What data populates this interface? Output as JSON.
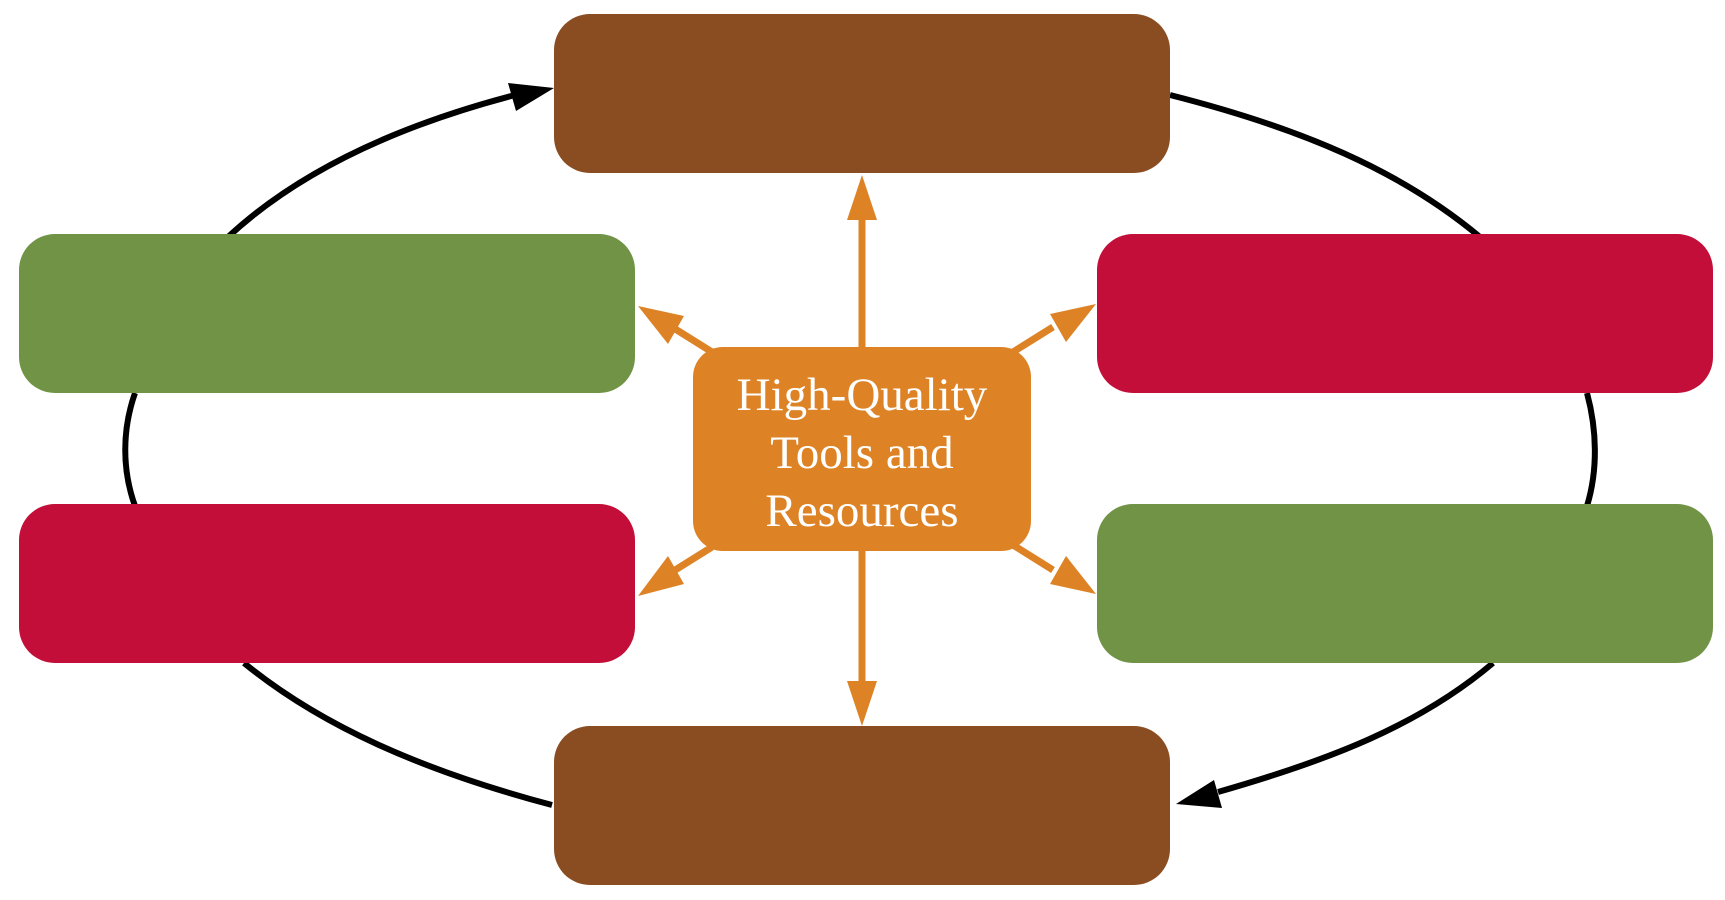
{
  "center_node": {
    "lines": [
      "High-Quality",
      "Tools and",
      "Resources"
    ]
  },
  "colors": {
    "center": "#DD8326",
    "brown": "#8A4D22",
    "green": "#709346",
    "red": "#C20E38",
    "spoke": "#DD8326",
    "cycle": "#000000"
  },
  "outer_nodes": [
    {
      "id": "top",
      "color": "brown",
      "label": ""
    },
    {
      "id": "upper-right",
      "color": "red",
      "label": ""
    },
    {
      "id": "lower-right",
      "color": "green",
      "label": ""
    },
    {
      "id": "bottom",
      "color": "brown",
      "label": ""
    },
    {
      "id": "lower-left",
      "color": "red",
      "label": ""
    },
    {
      "id": "upper-left",
      "color": "green",
      "label": ""
    }
  ]
}
